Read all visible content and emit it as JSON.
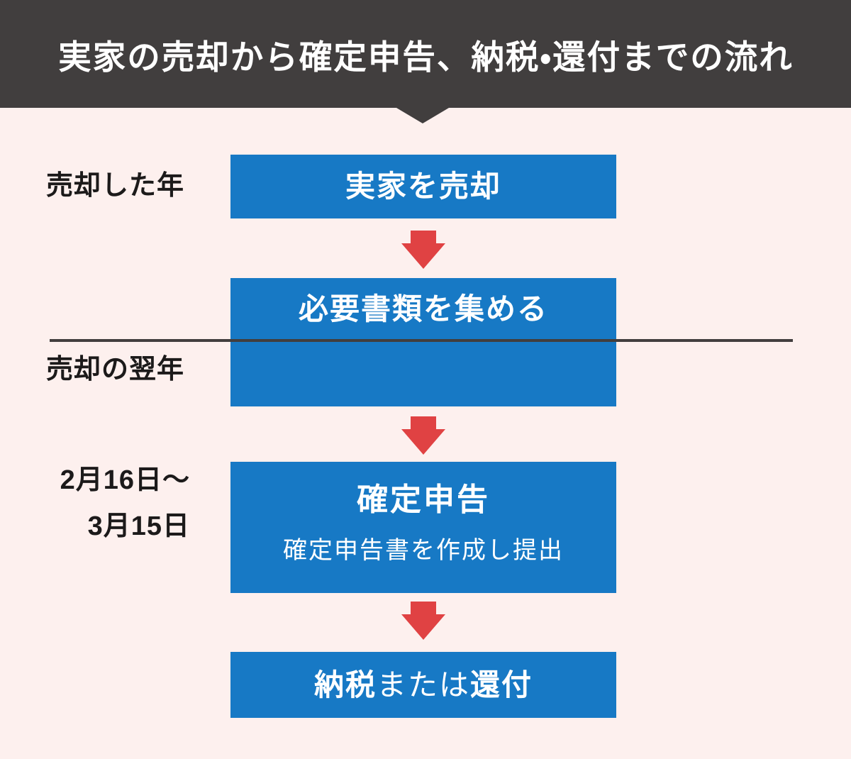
{
  "colors": {
    "background": "#fdf0ee",
    "header_bg": "#413e3e",
    "box_blue": "#1779c5",
    "arrow_red": "#e04243",
    "label_ink": "#1c1a1a",
    "divider": "#423e3e",
    "box_text": "#ffffff"
  },
  "header": {
    "title": "実家の売却から確定申告、納税・還付までの流れ"
  },
  "timeline_labels": {
    "sale_year": "売却した年",
    "next_year": "売却の翌年",
    "period_line1": "2月16日〜",
    "period_line2": "3月15日"
  },
  "steps": {
    "step1": "実家を売却",
    "step2": "必要書類を集める",
    "step3_title": "確定申告",
    "step3_sub": "確定申告書を作成し提出",
    "step4_part1": "納税",
    "step4_part2": "または",
    "step4_part3": "還付"
  },
  "icons": {
    "down_arrow": "red-down-arrow",
    "header_pointer": "dark-down-triangle"
  }
}
